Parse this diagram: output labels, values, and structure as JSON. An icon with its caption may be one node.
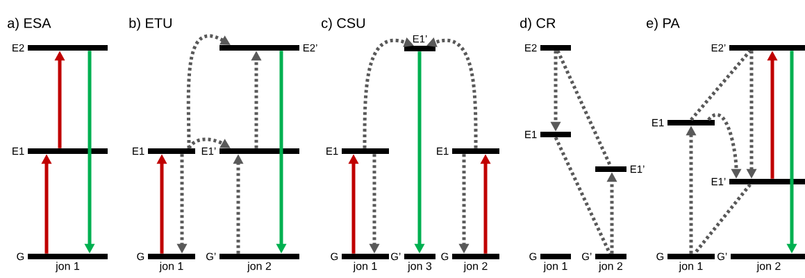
{
  "diagram": {
    "nodes": [
      {
        "text": [
          "E2"
        ]
      },
      {
        "text": [
          "E1"
        ]
      },
      {
        "text": [
          "G"
        ],
        "beside": [
          "jon 1"
        ]
      },
      {
        "text": [
          "E1"
        ]
      },
      {
        "text": [
          "G"
        ],
        "beside": [
          "jon 1"
        ]
      },
      {
        "text": [
          "E2’"
        ]
      },
      {
        "text": [
          "E1’"
        ]
      },
      {
        "text": [
          "G’"
        ],
        "beside": [
          "jon 2"
        ]
      },
      {
        "text": [
          "E1"
        ]
      },
      {
        "text": [
          "G"
        ],
        "beside": [
          "jon 1"
        ]
      },
      {
        "text": [
          "E1’"
        ]
      },
      {
        "text": [
          "G’"
        ],
        "beside": [
          "jon 3"
        ]
      },
      {
        "text": [
          "E1"
        ]
      },
      {
        "text": [
          "G"
        ],
        "beside": [
          "jon 2"
        ]
      },
      {
        "text": [
          "E2"
        ]
      },
      {
        "text": [
          "E1"
        ]
      },
      {
        "text": [
          "G"
        ],
        "beside": [
          "jon 1"
        ]
      },
      {
        "text": [
          "E1’"
        ]
      },
      {
        "text": [
          "G’"
        ],
        "beside": [
          "jon 2"
        ]
      },
      {
        "text": [
          "E2’"
        ]
      },
      {
        "text": [
          "E1"
        ]
      },
      {
        "text": [
          "E1’"
        ]
      },
      {
        "text": [
          "G"
        ],
        "beside": [
          "jon 1"
        ]
      },
      {
        "text": [
          "G’"
        ],
        "beside": [
          "jon 2"
        ]
      }
    ],
    "edges": [
      {
        "from": 2,
        "to": 1,
        "arrow": "to",
        "color": "#c00000"
      },
      {
        "from": 1,
        "to": 0,
        "arrow": "to",
        "color": "#c00000"
      },
      {
        "from": 0,
        "to": 2,
        "arrow": "to",
        "color": "#00b050"
      },
      {
        "from": 4,
        "to": 3,
        "arrow": "to",
        "color": "#c00000"
      },
      {
        "from": 3,
        "to": 4,
        "arrow": "to",
        "style": "dashed"
      },
      {
        "from": 3,
        "to": 5,
        "arrow": "to",
        "style": "dashed"
      },
      {
        "from": 3,
        "to": 6,
        "arrow": "to",
        "style": "dashed"
      },
      {
        "from": 7,
        "to": 6,
        "arrow": "to",
        "style": "dashed"
      },
      {
        "from": 6,
        "to": 5,
        "arrow": "to",
        "style": "dashed"
      },
      {
        "from": 5,
        "to": 7,
        "arrow": "to",
        "color": "#00b050"
      },
      {
        "from": 9,
        "to": 8,
        "arrow": "to",
        "color": "#c00000"
      },
      {
        "from": 8,
        "to": 9,
        "arrow": "to",
        "style": "dashed"
      },
      {
        "from": 8,
        "to": 10,
        "arrow": "to",
        "style": "dashed"
      },
      {
        "from": 12,
        "to": 10,
        "arrow": "to",
        "style": "dashed"
      },
      {
        "from": 10,
        "to": 11,
        "arrow": "to",
        "color": "#00b050"
      },
      {
        "from": 12,
        "to": 13,
        "arrow": "to",
        "style": "dashed"
      },
      {
        "from": 13,
        "to": 12,
        "arrow": "to",
        "color": "#c00000"
      },
      {
        "from": 14,
        "to": 15,
        "arrow": "to",
        "style": "dashed"
      },
      {
        "from": 14,
        "to": 17,
        "arrow": "none",
        "style": "dashed"
      },
      {
        "from": 15,
        "to": 18,
        "arrow": "none",
        "style": "dashed"
      },
      {
        "from": 18,
        "to": 17,
        "arrow": "to",
        "style": "dashed"
      },
      {
        "from": 22,
        "to": 20,
        "arrow": "to",
        "style": "dashed"
      },
      {
        "from": 20,
        "to": 19,
        "arrow": "none",
        "style": "dashed"
      },
      {
        "from": 19,
        "to": 21,
        "arrow": "to",
        "style": "dashed"
      },
      {
        "from": 20,
        "to": 21,
        "arrow": "to",
        "style": "dashed"
      },
      {
        "from": 21,
        "to": 22,
        "arrow": "none",
        "style": "dashed"
      },
      {
        "from": 21,
        "to": 19,
        "arrow": "to",
        "color": "#c00000"
      },
      {
        "from": 19,
        "to": 23,
        "arrow": "to",
        "color": "#00b050"
      }
    ],
    "labels": [
      "a) ESA",
      "b) ETU",
      "c) CSU",
      "d) CR",
      "e) PA"
    ]
  }
}
